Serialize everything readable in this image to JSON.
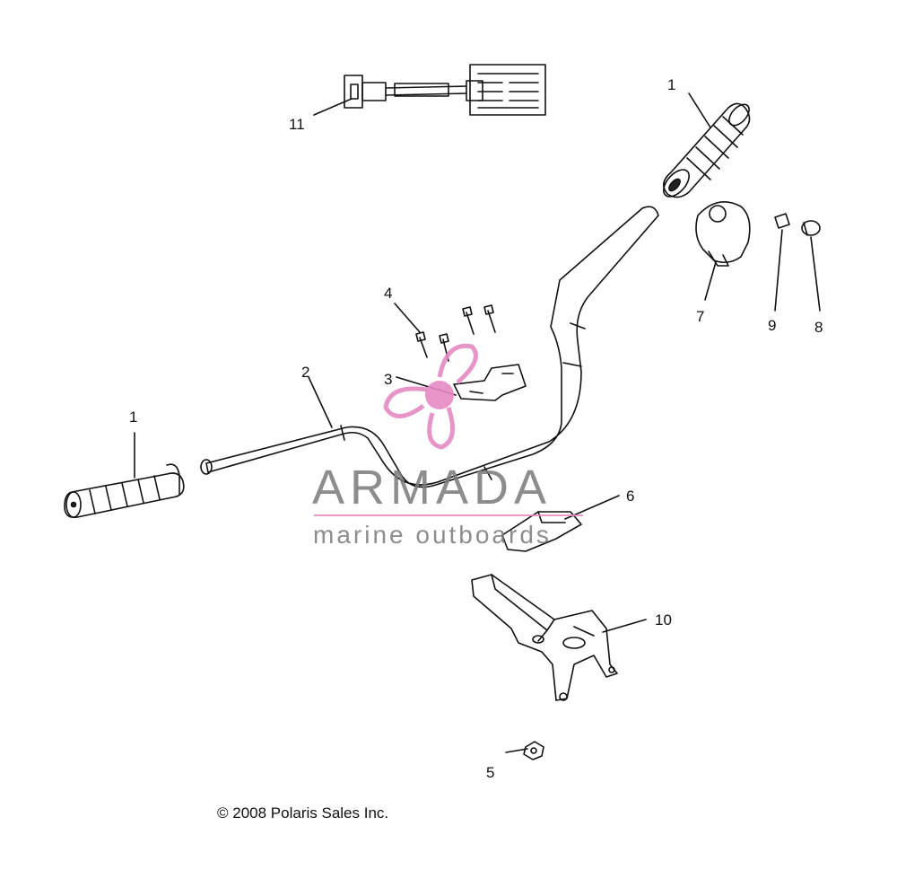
{
  "colors": {
    "line": "#111111",
    "watermark_text": "#7a7a7a",
    "watermark_accent": "#e58ac4"
  },
  "callouts": {
    "c11": "11",
    "c1_top": "1",
    "c7": "7",
    "c9": "9",
    "c8": "8",
    "c4": "4",
    "c2": "2",
    "c3": "3",
    "c1_left": "1",
    "c6": "6",
    "c10": "10",
    "c5": "5"
  },
  "copyright": "© 2008 Polaris Sales Inc.",
  "watermark": {
    "title": "ARMADA",
    "subtitle": "marine outboards",
    "logo_icon": "propeller-icon"
  }
}
